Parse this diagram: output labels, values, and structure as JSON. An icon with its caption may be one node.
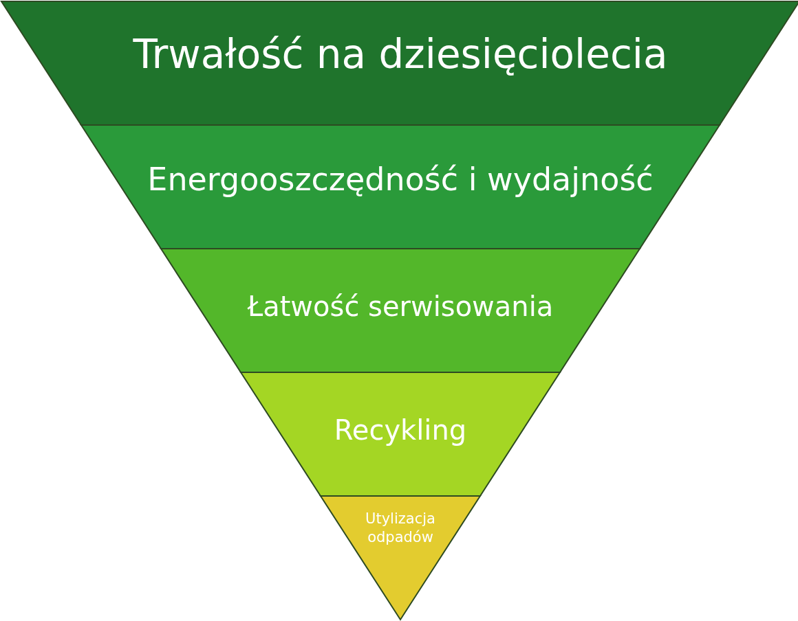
{
  "diagram": {
    "nodes": [
      {
        "text": [
          "Trwałość na dziesięciolecia"
        ]
      },
      {
        "text": [
          "Energooszczędność i wydajność"
        ]
      },
      {
        "text": [
          "Łatwość serwisowania"
        ]
      },
      {
        "text": [
          "Recykling"
        ]
      },
      {
        "text": [
          "Utylizacja odpadów"
        ]
      }
    ]
  }
}
